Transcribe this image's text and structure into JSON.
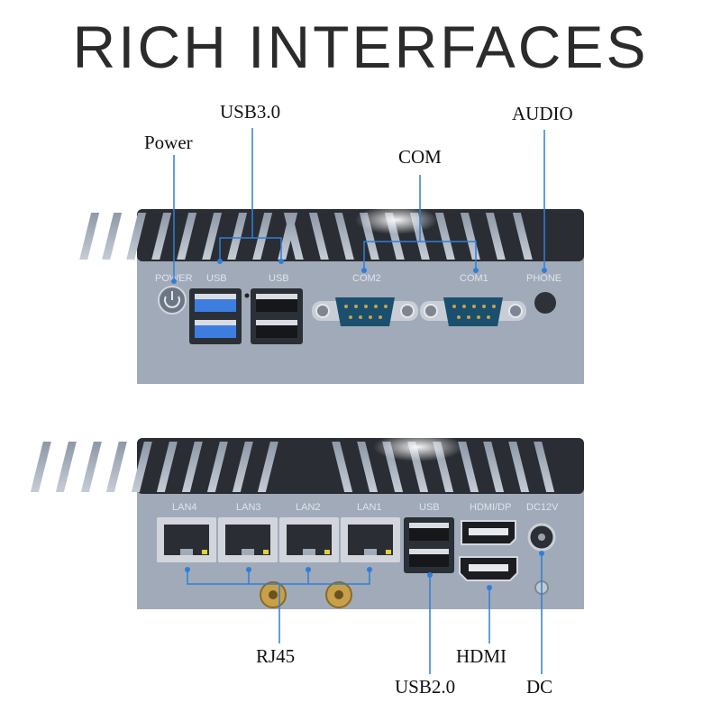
{
  "title": "RICH INTERFACES",
  "callouts": {
    "power": "Power",
    "usb3": "USB3.0",
    "com": "COM",
    "audio": "AUDIO",
    "rj45": "RJ45",
    "usb2": "USB2.0",
    "hdmi": "HDMI",
    "dc": "DC"
  },
  "front_panel": {
    "power": "POWER",
    "usb_left": "USB",
    "usb_right": "USB",
    "com2": "COM2",
    "com1": "COM1",
    "phone": "PHONE"
  },
  "back_panel": {
    "lan4": "LAN4",
    "lan3": "LAN3",
    "lan2": "LAN2",
    "lan1": "LAN1",
    "usb": "USB",
    "hdmi_dp": "HDMI/DP",
    "dc12v": "DC12V"
  },
  "colors": {
    "leader_line": "#2f7fd8",
    "usb3_port": "#3e7de0",
    "chassis": "#9aa4b3"
  }
}
